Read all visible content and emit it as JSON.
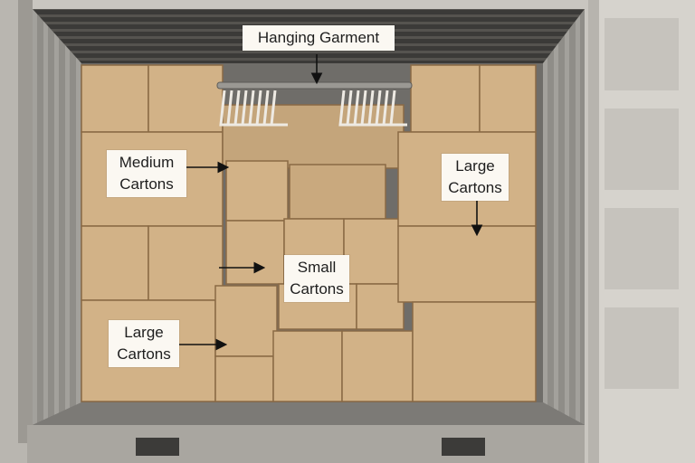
{
  "labels": {
    "hanging_garment": "Hanging Garment",
    "medium_cartons": [
      "Medium",
      "Cartons"
    ],
    "large_cartons_right": [
      "Large",
      "Cartons"
    ],
    "small_cartons": [
      "Small",
      "Cartons"
    ],
    "large_cartons_left": [
      "Large",
      "Cartons"
    ]
  },
  "colors": {
    "carton": "#d2b287",
    "carton_edge": "#8a6a45",
    "container_wall": "#8f8d88",
    "door": "#d6d3cd",
    "floor": "#7c7a76",
    "label_bg": "#fbf8f2"
  }
}
